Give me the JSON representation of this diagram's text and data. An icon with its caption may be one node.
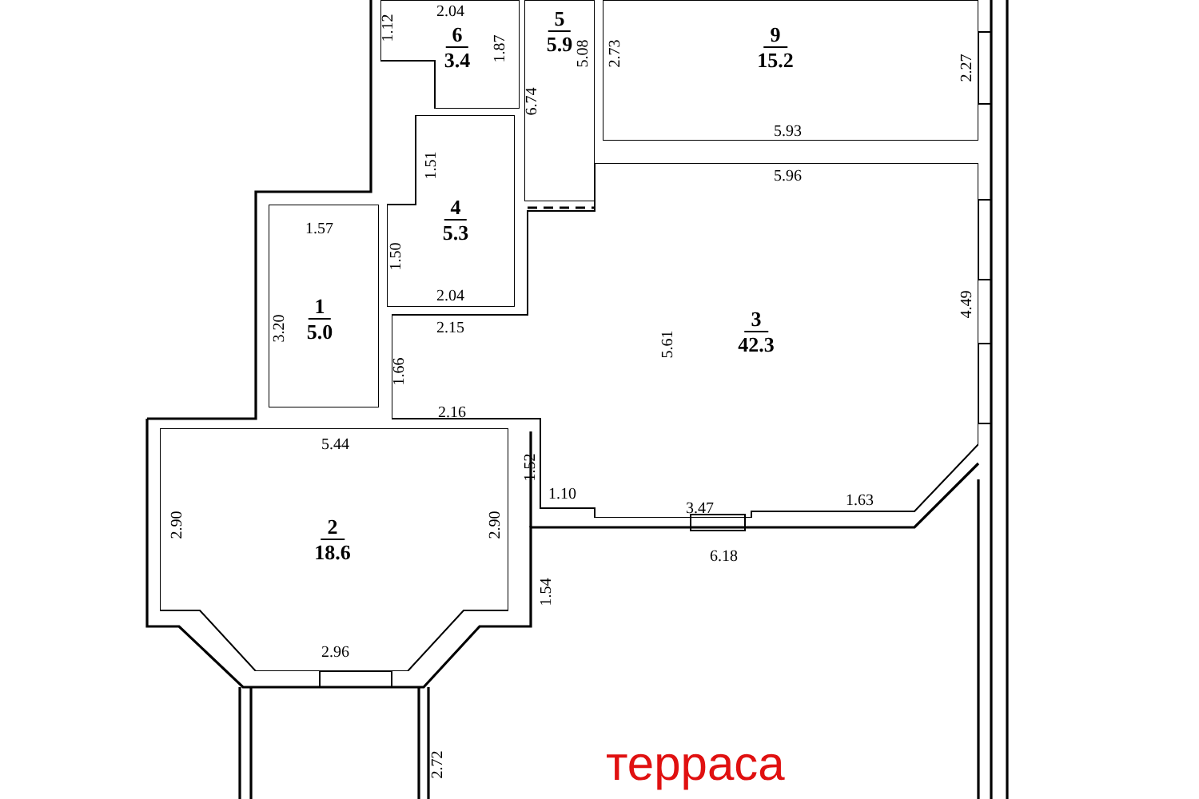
{
  "diagram": {
    "nodes": [
      {
        "text": [
          "6",
          "3.4"
        ]
      },
      {
        "text": [
          "5",
          "5.9"
        ]
      },
      {
        "text": [
          "9",
          "15.2"
        ]
      },
      {
        "text": [
          "4",
          "5.3"
        ]
      },
      {
        "text": [
          "1",
          "5.0"
        ]
      },
      {
        "text": [
          "3",
          "42.3"
        ]
      },
      {
        "text": [
          "2",
          "18.6"
        ]
      },
      {
        "text": [
          "терраса"
        ]
      }
    ],
    "edges": [],
    "labels": [
      "2.04",
      "1.12",
      "1.87",
      "5.08",
      "2.73",
      "2.27",
      "6.74",
      "5.93",
      "5.96",
      "1.51",
      "1.57",
      "1.50",
      "2.04",
      "2.15",
      "3.20",
      "4.49",
      "5.61",
      "1.66",
      "2.16",
      "5.44",
      "1.52",
      "2.90",
      "2.90",
      "1.10",
      "3.47",
      "1.63",
      "6.18",
      "1.54",
      "2.96",
      "2.72"
    ]
  }
}
